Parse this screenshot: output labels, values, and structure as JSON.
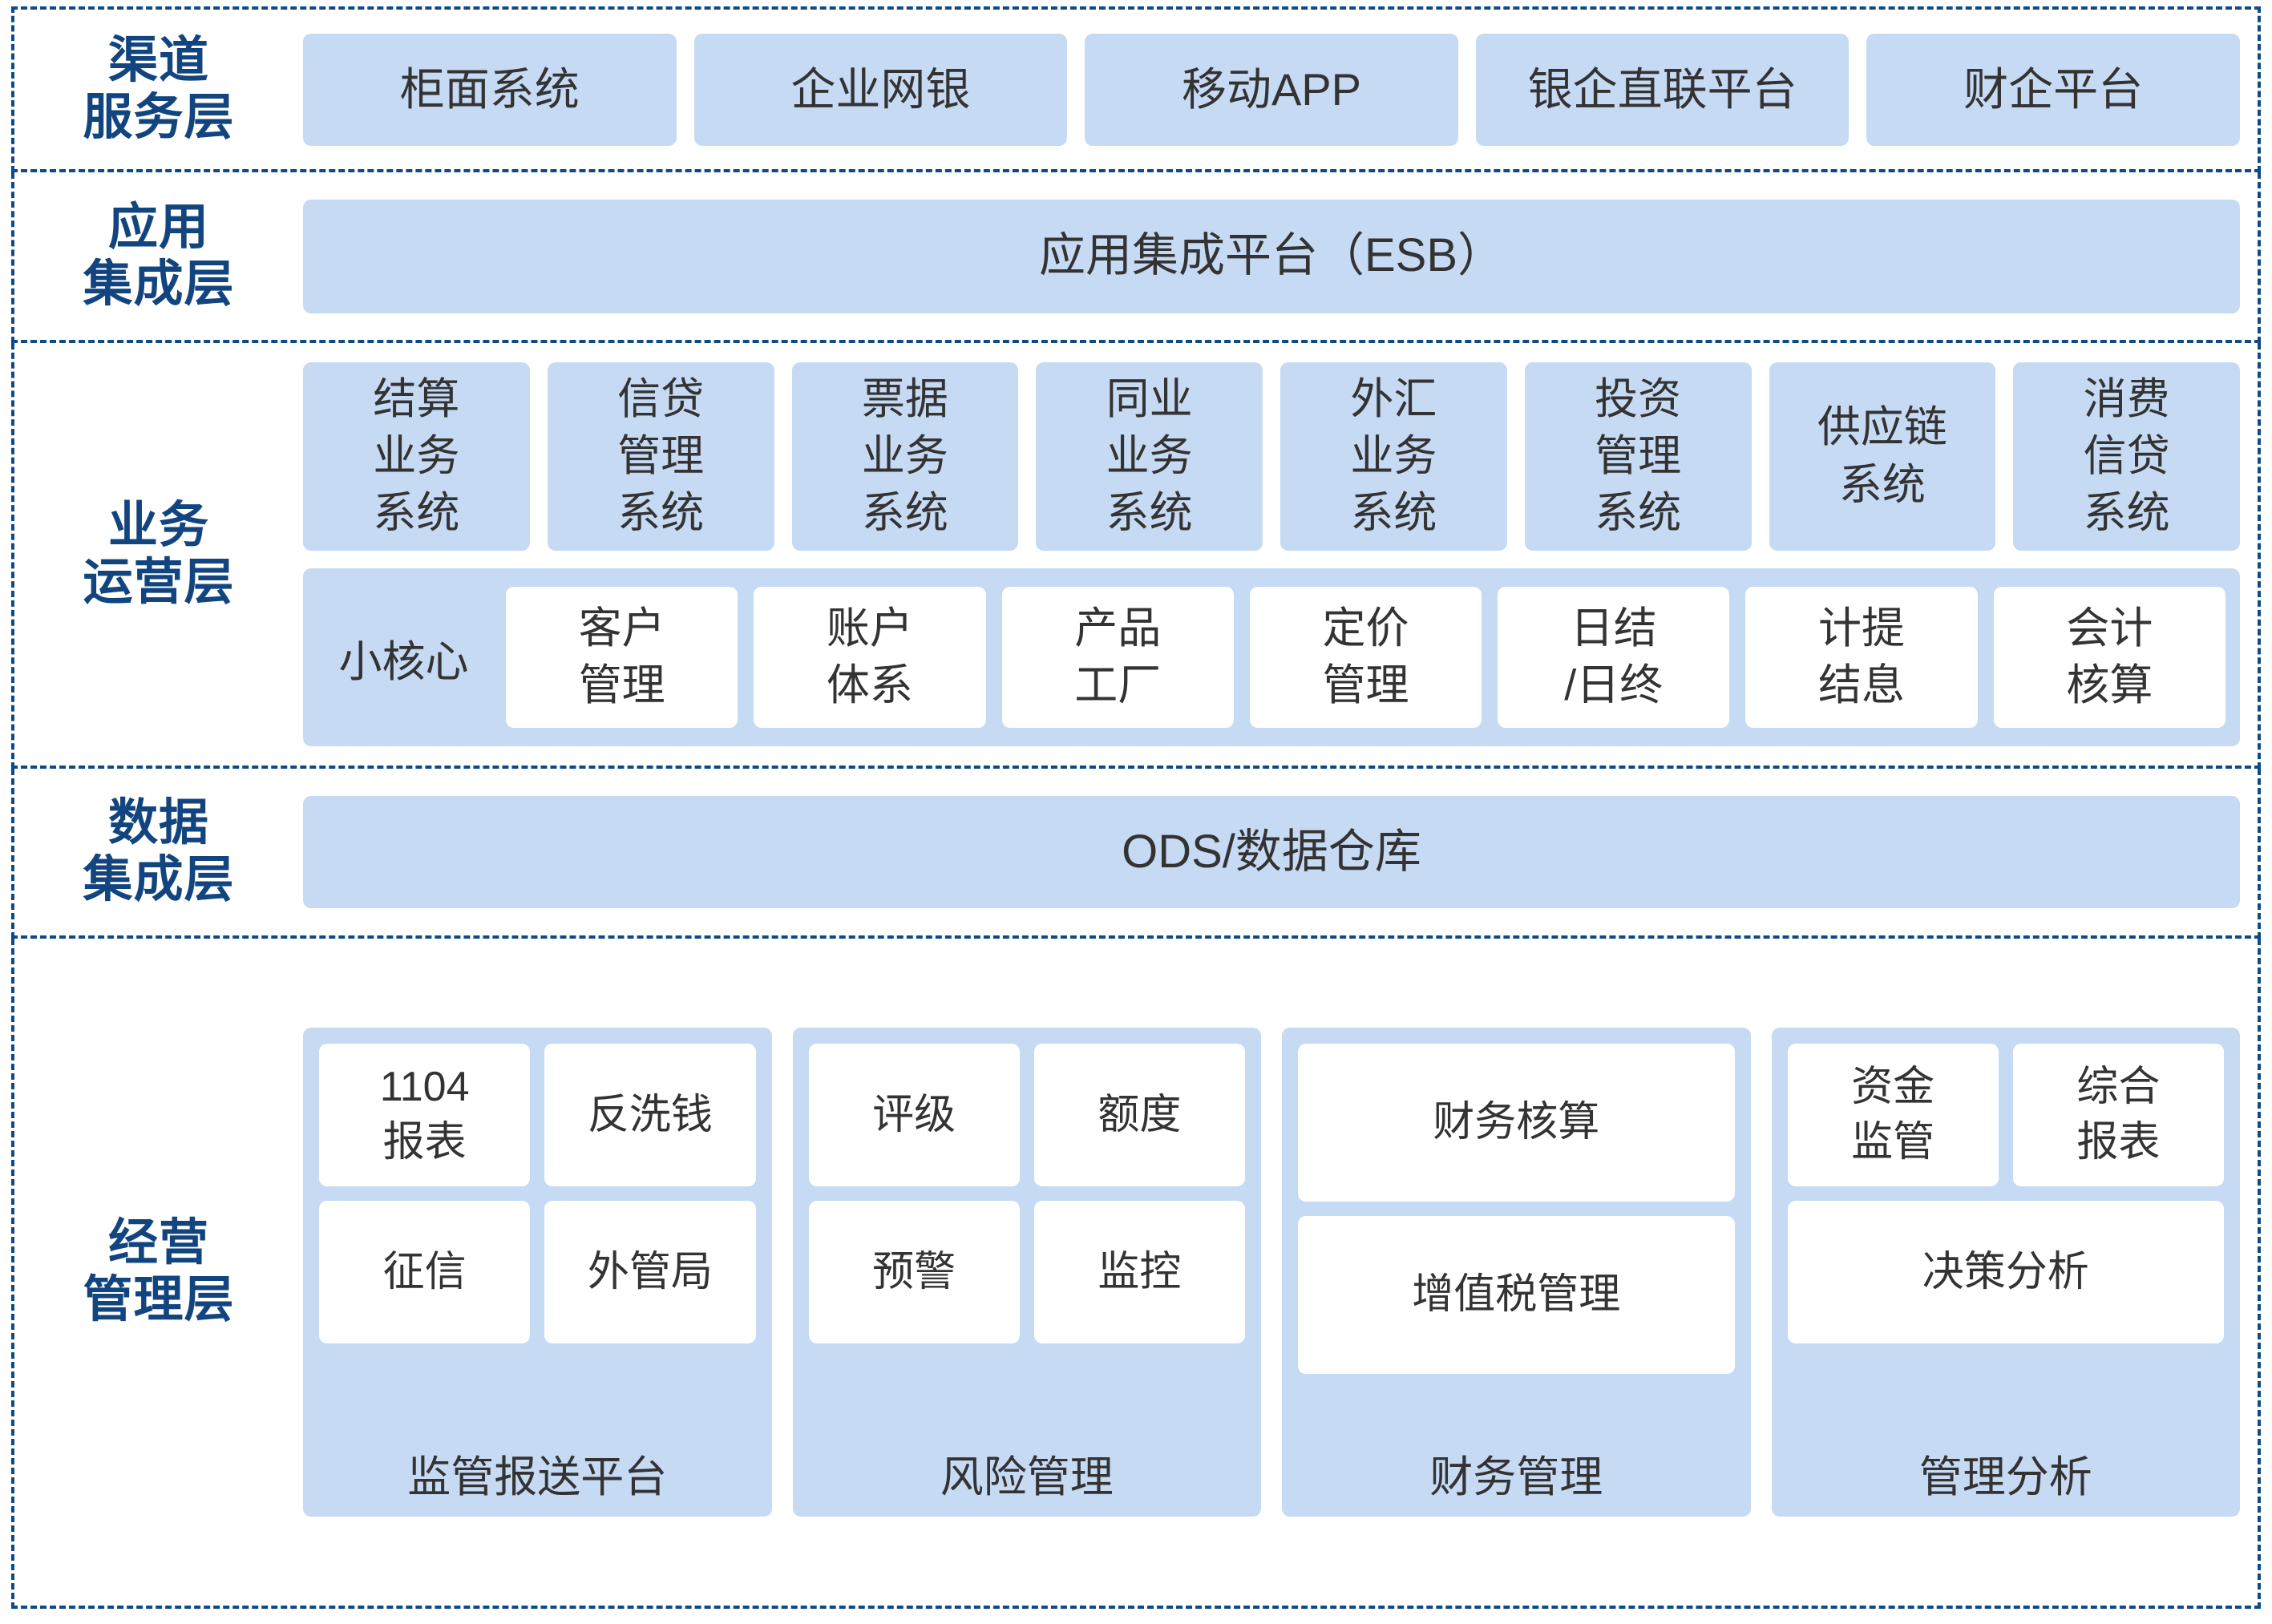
{
  "layers": {
    "channel": {
      "label": "渠道\n服务层",
      "items": [
        {
          "label": "柜面系统"
        },
        {
          "label": "企业网银"
        },
        {
          "label": "移动APP"
        },
        {
          "label": "银企直联平台"
        },
        {
          "label": "财企平台"
        }
      ]
    },
    "app_integration": {
      "label": "应用\n集成层",
      "bar": "应用集成平台（ESB）"
    },
    "business": {
      "label": "业务\n运营层",
      "systems": [
        {
          "label": "结算\n业务\n系统"
        },
        {
          "label": "信贷\n管理\n系统"
        },
        {
          "label": "票据\n业务\n系统"
        },
        {
          "label": "同业\n业务\n系统"
        },
        {
          "label": "外汇\n业务\n系统"
        },
        {
          "label": "投资\n管理\n系统"
        },
        {
          "label": "供应链\n系统"
        },
        {
          "label": "消费\n信贷\n系统"
        }
      ],
      "core": {
        "label": "小核心",
        "modules": [
          {
            "label": "客户\n管理"
          },
          {
            "label": "账户\n体系"
          },
          {
            "label": "产品\n工厂"
          },
          {
            "label": "定价\n管理"
          },
          {
            "label": "日结\n/日终"
          },
          {
            "label": "计提\n结息"
          },
          {
            "label": "会计\n核算"
          }
        ]
      }
    },
    "data_integration": {
      "label": "数据\n集成层",
      "bar": "ODS/数据仓库"
    },
    "management": {
      "label": "经营\n管理层",
      "groups": [
        {
          "footer": "监管报送平台",
          "items": [
            {
              "label": "1104\n报表",
              "size": "half"
            },
            {
              "label": "反洗钱",
              "size": "half"
            },
            {
              "label": "征信",
              "size": "half"
            },
            {
              "label": "外管局",
              "size": "half"
            }
          ]
        },
        {
          "footer": "风险管理",
          "items": [
            {
              "label": "评级",
              "size": "half"
            },
            {
              "label": "额度",
              "size": "half"
            },
            {
              "label": "预警",
              "size": "half"
            },
            {
              "label": "监控",
              "size": "half"
            }
          ]
        },
        {
          "footer": "财务管理",
          "items": [
            {
              "label": "财务核算",
              "size": "tall"
            },
            {
              "label": "增值税管理",
              "size": "tall"
            }
          ]
        },
        {
          "footer": "管理分析",
          "items": [
            {
              "label": "资金\n监管",
              "size": "half"
            },
            {
              "label": "综合\n报表",
              "size": "half"
            },
            {
              "label": "决策分析",
              "size": "full"
            }
          ]
        }
      ]
    }
  },
  "colors": {
    "layer_border": "#0E4A85",
    "layer_label": "#12457F",
    "box_fill": "#C6DAF4",
    "inner_box_fill": "#FFFFFF",
    "box_text": "#333333"
  }
}
